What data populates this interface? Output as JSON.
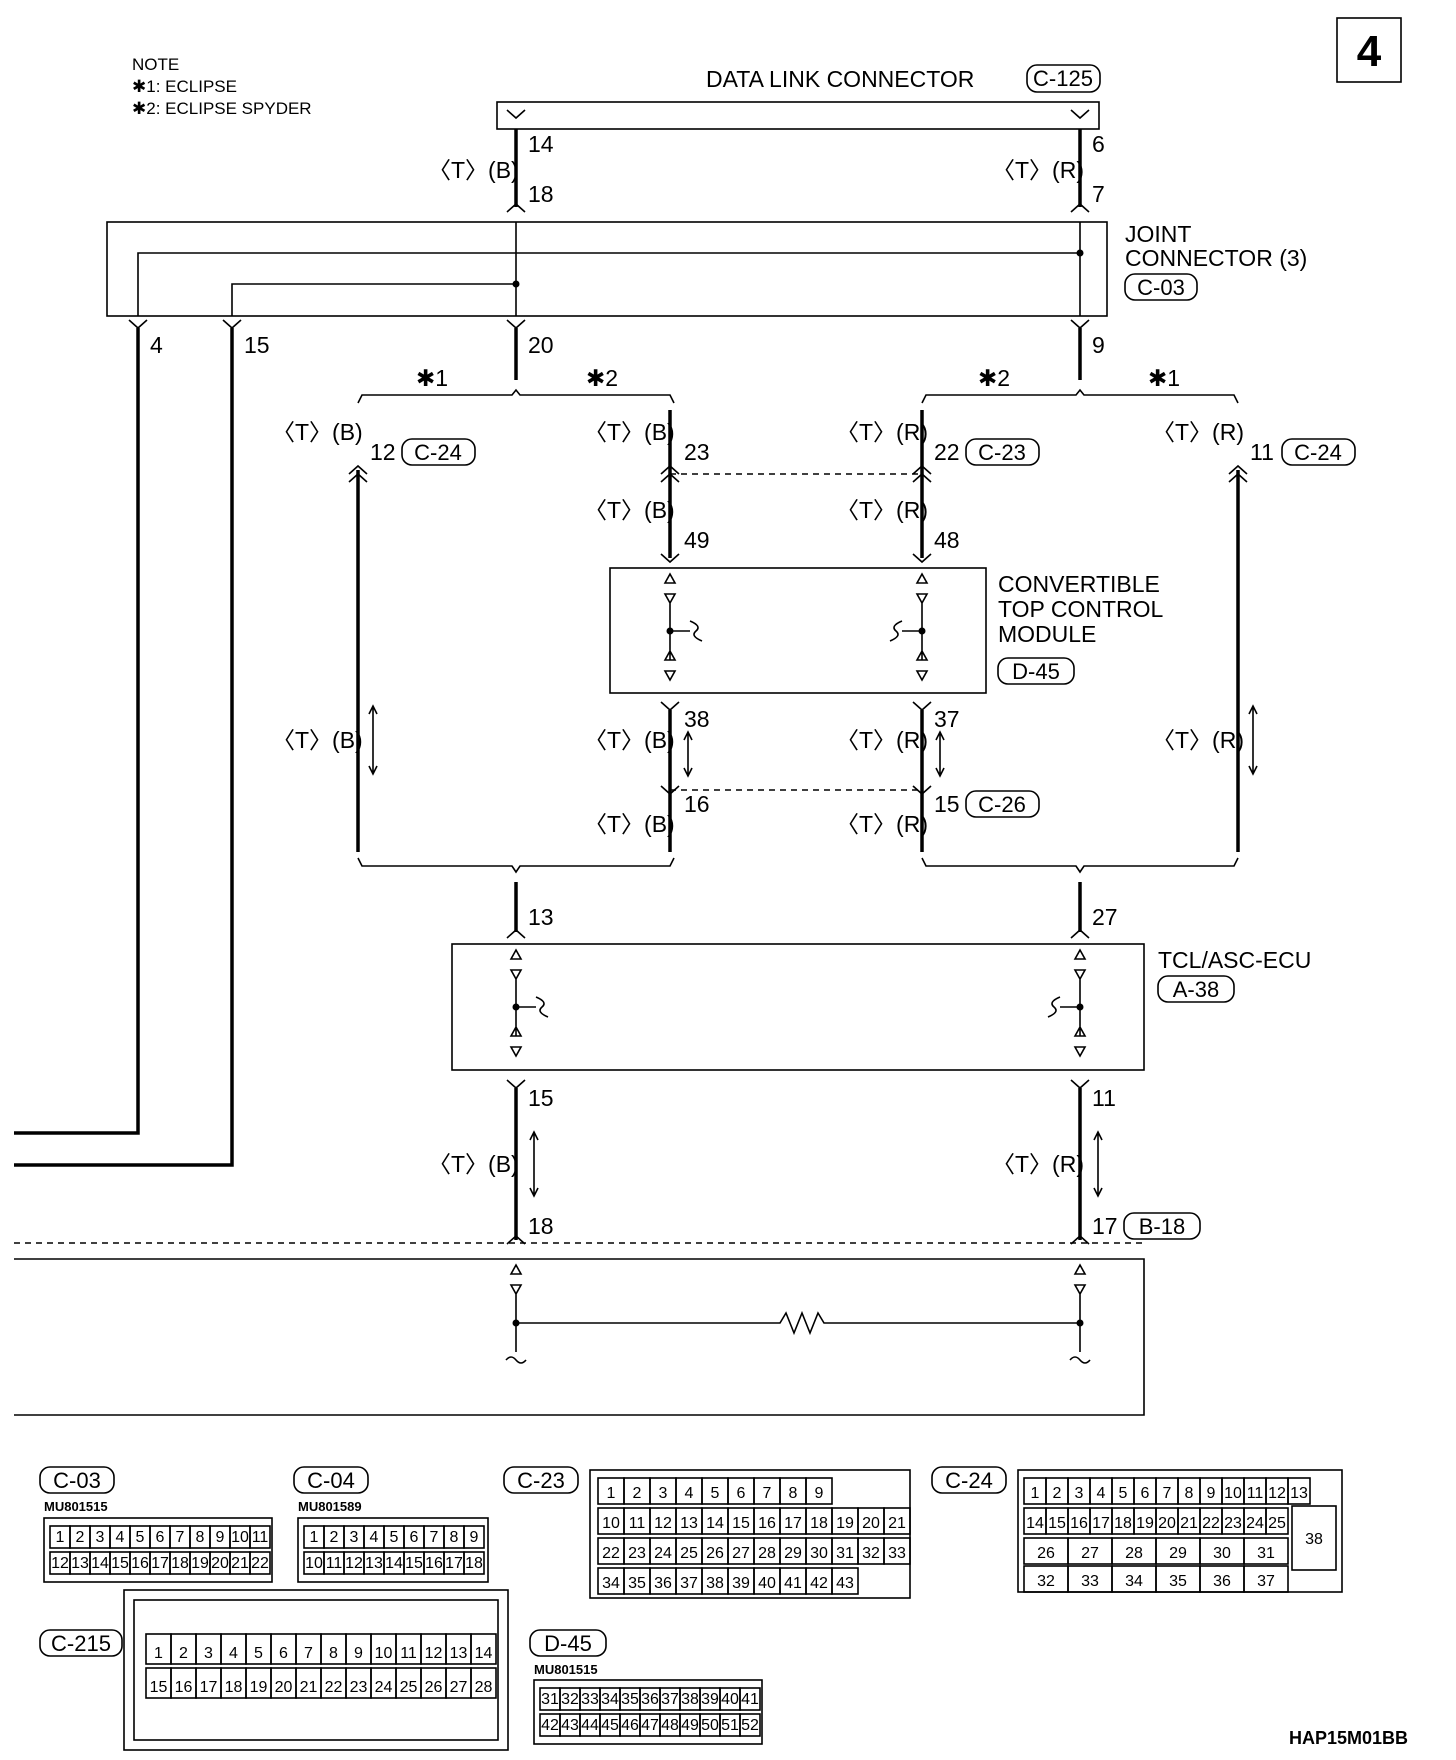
{
  "page_number": "4",
  "note": {
    "title": "NOTE",
    "line1": "✱1: ECLIPSE",
    "line2": "✱2: ECLIPSE SPYDER"
  },
  "data_link_connector": {
    "label": "DATA LINK CONNECTOR",
    "code": "C-125"
  },
  "joint_connector": {
    "label_line1": "JOINT",
    "label_line2": "CONNECTOR (3)",
    "code": "C-03"
  },
  "convertible_module": {
    "line1": "CONVERTIBLE",
    "line2": "TOP CONTROL",
    "line3": "MODULE",
    "code": "D-45"
  },
  "tcl_ecu": {
    "label": "TCL/ASC-ECU",
    "code": "A-38"
  },
  "wire_labels": {
    "black": "〈T〉(B)",
    "red": "〈T〉(R)"
  },
  "variants": {
    "v1": "✱1",
    "v2": "✱2"
  },
  "pins": {
    "dlc_left": "14",
    "dlc_right": "6",
    "jc_top_left": "18",
    "jc_top_right": "7",
    "jc_out_4": "4",
    "jc_out_15": "15",
    "jc_out_20": "20",
    "jc_out_9": "9",
    "c24_left": "12",
    "c24_right": "11",
    "c23_left": "23",
    "c23_right": "22",
    "ctm_in_left": "49",
    "ctm_in_right": "48",
    "ctm_out_left": "38",
    "ctm_out_right": "37",
    "c26_left": "16",
    "c26_right": "15",
    "ecu_in_left": "13",
    "ecu_in_right": "27",
    "ecu_out_left": "15",
    "ecu_out_right": "11",
    "b18_left": "18",
    "b18_right": "17"
  },
  "connector_codes": {
    "c24": "C-24",
    "c23": "C-23",
    "c26": "C-26",
    "b18": "B-18"
  },
  "connector_views": {
    "c03": {
      "code": "C-03",
      "part": "MU801515",
      "row1": [
        "1",
        "2",
        "3",
        "4",
        "5",
        "6",
        "7",
        "8",
        "9",
        "10",
        "11"
      ],
      "row2": [
        "12",
        "13",
        "14",
        "15",
        "16",
        "17",
        "18",
        "19",
        "20",
        "21",
        "22"
      ]
    },
    "c04": {
      "code": "C-04",
      "part": "MU801589",
      "row1": [
        "1",
        "2",
        "3",
        "4",
        "5",
        "6",
        "7",
        "8",
        "9"
      ],
      "row2": [
        "10",
        "11",
        "12",
        "13",
        "14",
        "15",
        "16",
        "17",
        "18"
      ]
    },
    "c23": {
      "code": "C-23",
      "row1": [
        "1",
        "2",
        "3",
        "4",
        "5",
        "6",
        "7",
        "8",
        "9"
      ],
      "row2": [
        "10",
        "11",
        "12",
        "13",
        "14",
        "15",
        "16",
        "17",
        "18",
        "19",
        "20",
        "21"
      ],
      "row3": [
        "22",
        "23",
        "24",
        "25",
        "26",
        "27",
        "28",
        "29",
        "30",
        "31",
        "32",
        "33"
      ],
      "row4": [
        "34",
        "35",
        "36",
        "37",
        "38",
        "39",
        "40",
        "41",
        "42",
        "43"
      ]
    },
    "c24": {
      "code": "C-24",
      "row1": [
        "1",
        "2",
        "3",
        "4",
        "5",
        "6",
        "7",
        "8",
        "9",
        "10",
        "11",
        "12",
        "13"
      ],
      "row2": [
        "14",
        "15",
        "16",
        "17",
        "18",
        "19",
        "20",
        "21",
        "22",
        "23",
        "24",
        "25"
      ],
      "row3": [
        "26",
        "27",
        "28",
        "29",
        "30",
        "31"
      ],
      "row4": [
        "32",
        "33",
        "34",
        "35",
        "36",
        "37"
      ],
      "big": "38"
    },
    "c215": {
      "code": "C-215",
      "row1": [
        "1",
        "2",
        "3",
        "4",
        "5",
        "6",
        "7",
        "8",
        "9",
        "10",
        "11",
        "12",
        "13",
        "14"
      ],
      "row2": [
        "15",
        "16",
        "17",
        "18",
        "19",
        "20",
        "21",
        "22",
        "23",
        "24",
        "25",
        "26",
        "27",
        "28"
      ]
    },
    "d45": {
      "code": "D-45",
      "part": "MU801515",
      "row1": [
        "31",
        "32",
        "33",
        "34",
        "35",
        "36",
        "37",
        "38",
        "39",
        "40",
        "41"
      ],
      "row2": [
        "42",
        "43",
        "44",
        "45",
        "46",
        "47",
        "48",
        "49",
        "50",
        "51",
        "52"
      ]
    }
  },
  "figure_id": "HAP15M01BB"
}
